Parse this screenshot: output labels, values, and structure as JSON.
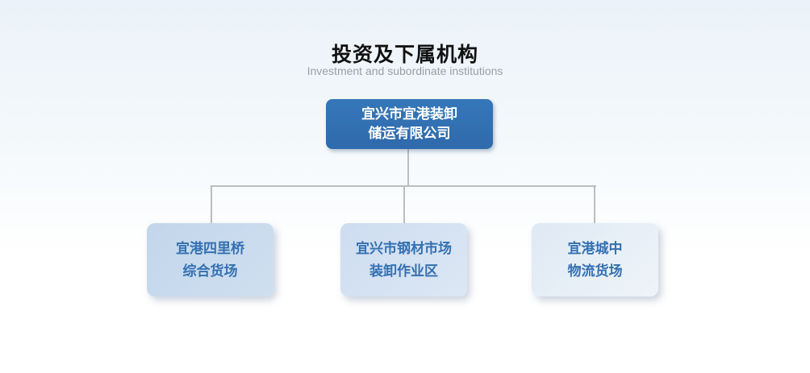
{
  "page": {
    "title": "投资及下属机构",
    "subtitle": "Investment and subordinate institutions"
  },
  "org_chart": {
    "root": {
      "label_line1": "宜兴市宜港装卸",
      "label_line2": "储运有限公司"
    },
    "children": [
      {
        "label_line1": "宜港四里桥",
        "label_line2": "综合货场"
      },
      {
        "label_line1": "宜兴市钢材市场",
        "label_line2": "装卸作业区"
      },
      {
        "label_line1": "宜港城中",
        "label_line2": "物流货场"
      }
    ]
  },
  "colors": {
    "title_text": "#111111",
    "subtitle_text": "#9a9fa4",
    "root_box_bg": "#3577b9",
    "root_box_text": "#ffffff",
    "child_box_bg_1": "#c2d6eb",
    "child_box_bg_2": "#cdddf0",
    "child_box_bg_3": "#dfe9f4",
    "child_box_text": "#3470b2",
    "connector": "#bdbdbd"
  }
}
